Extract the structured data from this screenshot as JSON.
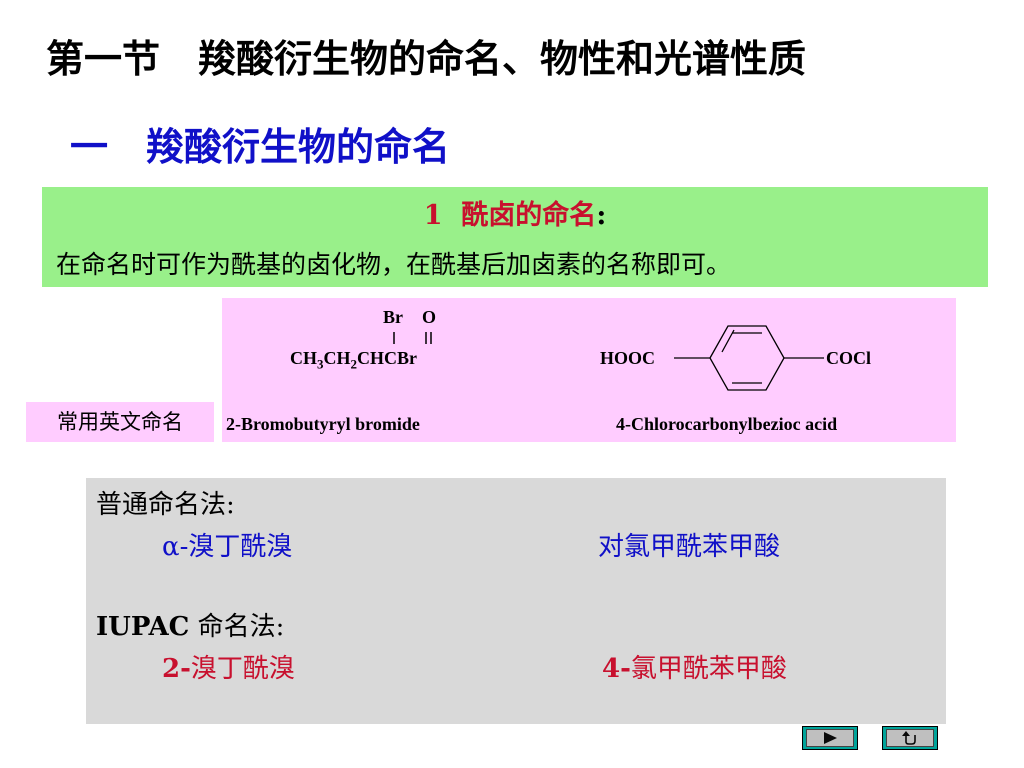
{
  "slide": {
    "title": "第一节　羧酸衍生物的命名、物性和光谱性质",
    "section": "一　羧酸衍生物的命名"
  },
  "acyl_halide": {
    "number": "1",
    "heading": "酰卤的命名",
    "colon": ":",
    "description": "在命名时可作为酰基的卤化物，在酰基后加卤素的名称即可。"
  },
  "structures": {
    "left": {
      "substituent_br": "Br",
      "substituent_o": "O",
      "formula_parts": [
        "CH",
        "3",
        "CH",
        "2",
        "CHCBr"
      ],
      "english_name": "2-Bromobutyryl bromide"
    },
    "right": {
      "left_group": "HOOC",
      "right_group": "COCl",
      "english_name": "4-Chlorocarbonylbezioc acid"
    },
    "english_label": "常用英文命名"
  },
  "naming": {
    "common_label": "普通命名法",
    "common_colon": ":",
    "common_left_greek": "α",
    "common_left_rest": "-溴丁酰溴",
    "common_right": "对氯甲酰苯甲酸",
    "iupac_label_latin": "IUPAC",
    "iupac_label_cn": " 命名法",
    "iupac_colon": ":",
    "iupac_left_num": "2-",
    "iupac_left_rest": "溴丁酰溴",
    "iupac_right_num": "4-",
    "iupac_right_rest": "氯甲酰苯甲酸"
  },
  "navigation": {
    "next_icon": "play-triangle-icon",
    "return_icon": "return-arrow-icon"
  },
  "colors": {
    "title_blue": "#1010c8",
    "highlight_red": "#c8102e",
    "green_box": "#99f08a",
    "pink_box": "#ffccff",
    "gray_box": "#d9d9d9",
    "nav_teal": "#00a49a"
  }
}
